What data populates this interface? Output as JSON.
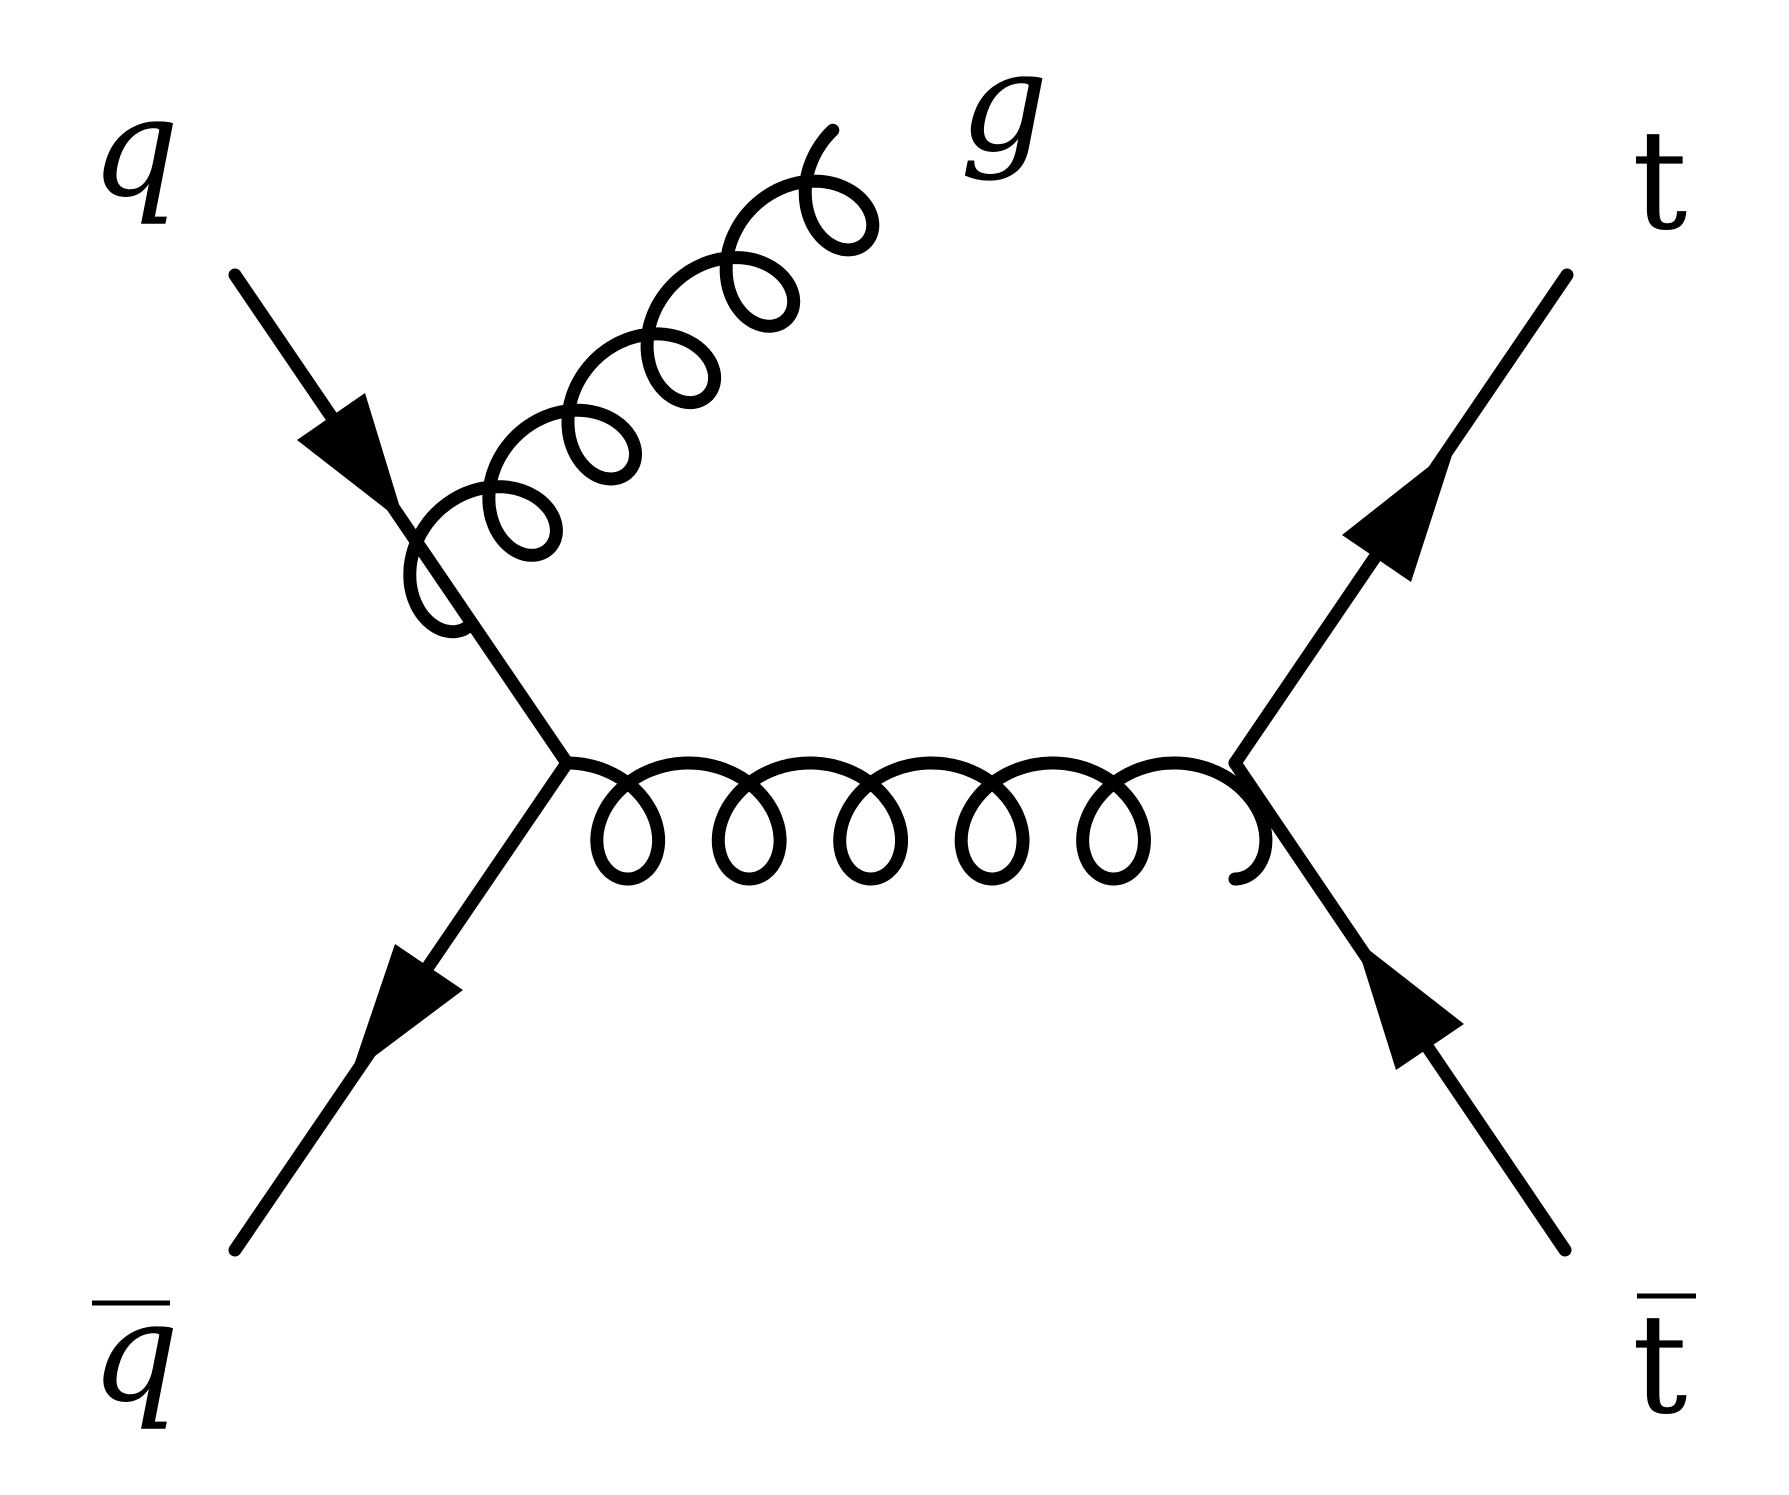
{
  "labels": {
    "quark": "q",
    "antiquark": "q",
    "gluon": "g",
    "top": "t",
    "antitop": "t"
  },
  "colors": {
    "ink": "#000000",
    "background": "#ffffff"
  }
}
